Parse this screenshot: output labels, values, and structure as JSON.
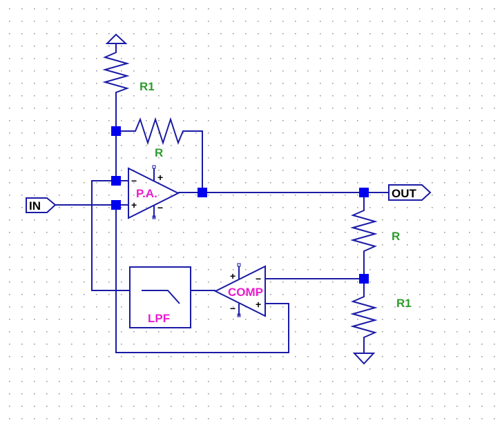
{
  "colors": {
    "wire": "#1a1aa6",
    "junction": "#0000ee",
    "green": "#2e9b2e",
    "magenta": "#e81ccf",
    "grid_dot": "#9a9a9a"
  },
  "ports": {
    "input": "IN",
    "output": "OUT"
  },
  "resistors": {
    "r1_top": "R1",
    "r_feedback": "R",
    "r_output": "R",
    "r1_bottom": "R1"
  },
  "amplifiers": {
    "power_amp": "P.A.",
    "comparator": "COMP"
  },
  "filter": {
    "label": "LPF"
  },
  "signs": {
    "minus": "−",
    "plus": "+"
  },
  "icons": [
    "ground-icon",
    "ground-icon",
    "resistor-icon",
    "op-amp-icon",
    "low-pass-filter-icon"
  ]
}
